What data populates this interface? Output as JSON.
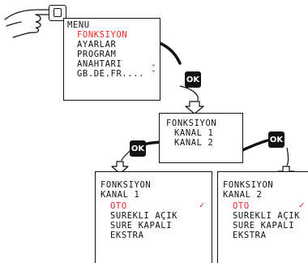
{
  "menu": {
    "title": "MENU",
    "items": [
      "FONKSIYON",
      "AYARLAR",
      "PROGRAM",
      "ANAHTARI",
      "GB.DE.FR...."
    ],
    "selected_index": 0,
    "scroll_indicator": "chevron-down-icon"
  },
  "ok_button": {
    "label": "OK"
  },
  "fonksiyon": {
    "title": "FONKSIYON",
    "items": [
      "KANAL 1",
      "KANAL 2"
    ]
  },
  "kanal1": {
    "title": "FONKSIYON",
    "subtitle": "KANAL 1",
    "items": [
      "OTO",
      "SUREKLI AÇIK",
      "SURE KAPALI",
      "EKSTRA"
    ],
    "selected_index": 0,
    "check": "✓"
  },
  "kanal2": {
    "title": "FONKSIYON",
    "subtitle": "KANAL 2",
    "items": [
      "OTO",
      "SUREKLI AÇIK",
      "SURE KAPALI",
      "EKSTRA"
    ],
    "selected_index": 0,
    "check": "✓"
  },
  "colors": {
    "highlight": "#e8262b",
    "line": "#111111",
    "arrow_fill": "#ffffff"
  }
}
